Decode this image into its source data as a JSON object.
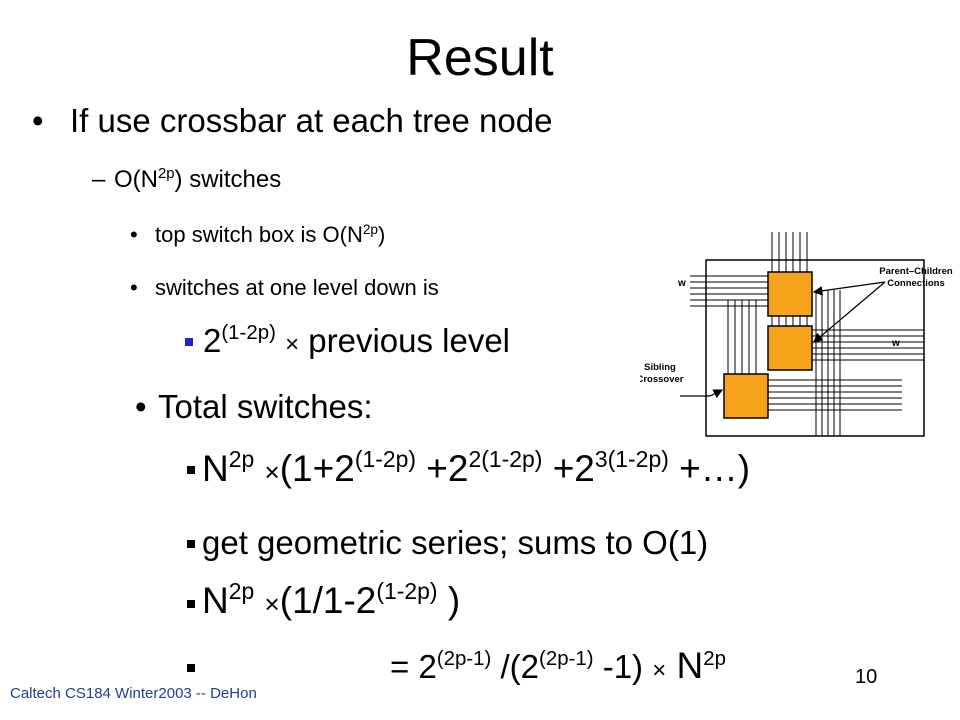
{
  "slide": {
    "title": "Result",
    "bullet1": "If use crossbar at each tree node",
    "sub1": {
      "dash": "–",
      "pre": "O(N",
      "sup": "2p",
      "post": ") switches"
    },
    "sub2": {
      "pre": "top switch box is O(N",
      "sup": "2p",
      "post": ")"
    },
    "sub3": "switches at one level down is",
    "sub4": {
      "base": "2",
      "sup": "(1-2p)",
      "post": " previous level",
      "times": "×"
    },
    "total": "Total switches:",
    "eq1": {
      "n": "N",
      "nsup": "2p",
      "times": "×",
      "a": "(1+2",
      "s1": "(1-2p)",
      "b": " +2",
      "s2": "2(1-2p)",
      "c": " +2",
      "s3": "3(1-2p)",
      "d": " +…)"
    },
    "geo": "get geometric series; sums to O(1)",
    "eq2": {
      "n": "N",
      "nsup": "2p",
      "times": "×",
      "a": "(1/1-2",
      "s1": "(1-2p)",
      "b": " )"
    },
    "eq3": {
      "a": "= 2",
      "s1": "(2p-1)",
      "b": " /(2",
      "s2": "(2p-1)",
      "c": " -1)",
      "times": "×",
      "n": " N",
      "nsup": "2p"
    },
    "footer": "Caltech CS184 Winter2003 -- DeHon",
    "page_number": "10"
  },
  "diagram": {
    "label_w_left": "w",
    "label_w_right": "w",
    "label_parent_children_1": "Parent–Children",
    "label_parent_children_2": "Connections",
    "label_sibling_1": "Sibling",
    "label_sibling_2": "Crossover",
    "box_color": "#f7a21b"
  },
  "colors": {
    "bullet_square": "#2222cc",
    "footer_text": "#1f3c9a"
  }
}
